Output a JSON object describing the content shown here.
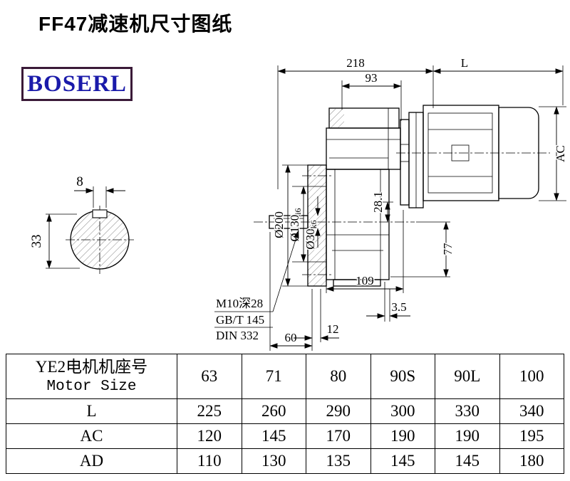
{
  "title": "FF47减速机尺寸图纸",
  "logo": "BOSERL",
  "colors": {
    "logo_border": "#3a1a38",
    "logo_text": "#1a1aaa",
    "line": "#000000"
  },
  "section": {
    "dim_8": "8",
    "dim_33": "33"
  },
  "drawing": {
    "dim_218": "218",
    "dim_L": "L",
    "dim_93": "93",
    "dim_AC": "AC",
    "dim_28_1": "28.1",
    "dim_d200": "Ø200",
    "dim_d130_base": "Ø130",
    "dim_d130_tol": "i6",
    "dim_d30_base": "Ø30",
    "dim_d30_tol": "k6",
    "dim_77": "77",
    "dim_109": "109",
    "dim_3_5": "3.5",
    "dim_60": "60",
    "dim_12": "12",
    "note_m10": "M10深28",
    "note_gbt": "GB/T 145",
    "note_din": "DIN 332"
  },
  "table": {
    "row_header_cn": "YE2电机机座号",
    "row_header_en": "Motor Size",
    "motor_sizes": [
      "63",
      "71",
      "80",
      "90S",
      "90L",
      "100"
    ],
    "rows": [
      {
        "label": "L",
        "values": [
          "225",
          "260",
          "290",
          "300",
          "330",
          "340"
        ]
      },
      {
        "label": "AC",
        "values": [
          "120",
          "145",
          "170",
          "190",
          "190",
          "195"
        ]
      },
      {
        "label": "AD",
        "values": [
          "110",
          "130",
          "135",
          "145",
          "145",
          "180"
        ]
      }
    ]
  }
}
